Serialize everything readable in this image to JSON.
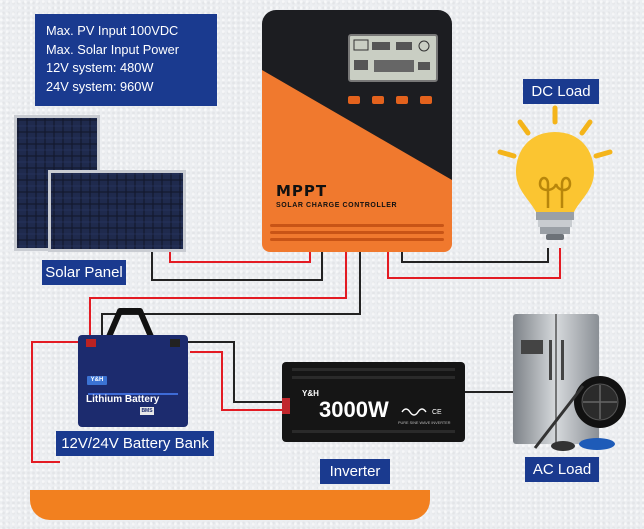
{
  "specs": {
    "line1": "Max. PV Input 100VDC",
    "line2": "Max.  Solar Input Power",
    "line3": "12V system: 480W",
    "line4": "24V system: 960W"
  },
  "labels": {
    "solar_panel": "Solar Panel",
    "dc_load": "DC Load",
    "battery_bank": "12V/24V Battery Bank",
    "inverter": "Inverter",
    "ac_load": "AC Load"
  },
  "controller": {
    "title": "MPPT",
    "subtitle": "SOLAR CHARGE CONTROLLER"
  },
  "inverter_unit": {
    "brand": "Y&H",
    "power": "3000W",
    "subtitle": "PURE SINE WAVE INVERTER"
  },
  "battery_unit": {
    "brand": "Y&H",
    "name": "Lithium Battery",
    "tag": "BMS"
  },
  "colors": {
    "label_bg": "#1a3a8f",
    "controller_orange": "#f0792e",
    "controller_dark": "#1c1d21",
    "wire_red": "#e31b23",
    "wire_black": "#222222"
  }
}
